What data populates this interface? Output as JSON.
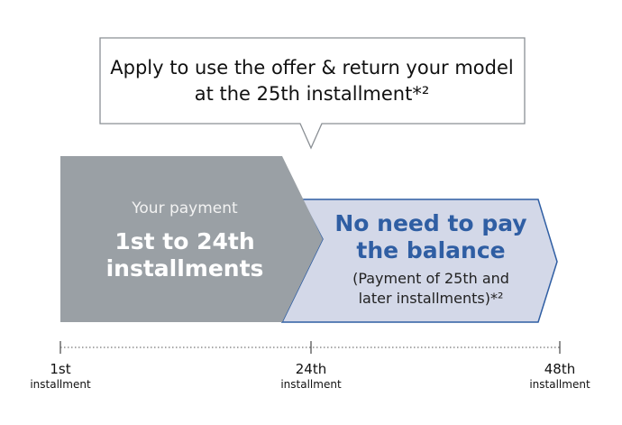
{
  "callout": {
    "line1": "Apply to use the offer & return your model",
    "line2": "at the 25th installment*²"
  },
  "paid_segment": {
    "caption": "Your payment",
    "title_line1": "1st to 24th",
    "title_line2": "installments",
    "color": "#9aa0a5"
  },
  "waived_segment": {
    "title_line1": "No need to pay",
    "title_line2": "the balance",
    "note_line1": "(Payment of 25th and",
    "note_line2": "later installments)*²",
    "fill_color": "#d3d8e8",
    "border_color": "#2f5ea3",
    "text_color": "#2f5ea3"
  },
  "timeline": {
    "ticks": [
      {
        "ordinal": "1st",
        "label": "installment"
      },
      {
        "ordinal": "24th",
        "label": "installment"
      },
      {
        "ordinal": "48th",
        "label": "installment"
      }
    ]
  }
}
